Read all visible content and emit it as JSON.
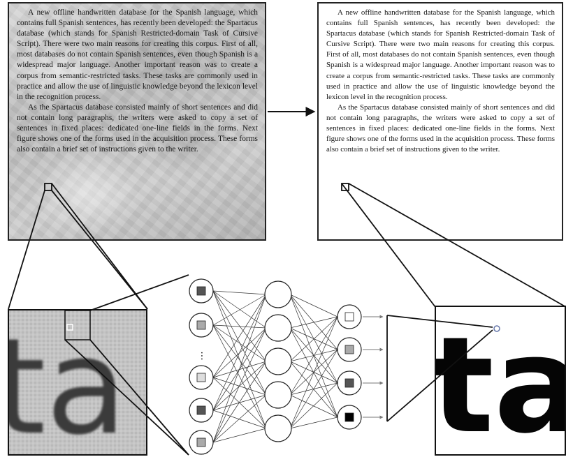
{
  "document": {
    "paragraph_1": "A new offline handwritten database for the Spanish language, which contains full Spanish sentences, has recently been developed: the Spartacus database (which stands for Spanish Restricted-domain Task of Cursive Script). There were two main reasons for creating this corpus. First of all, most databases do not contain Spanish sentences, even though Spanish is a widespread major language. Another important reason was to create a corpus from semantic-restricted tasks. These tasks are commonly used in practice and allow the use of linguistic knowledge beyond the lexicon level in the recognition process.",
    "paragraph_2": "As the Spartacus database consisted mainly of short sentences and did not contain long paragraphs, the writers were asked to copy a set of sentences in fixed places: dedicated one-line fields in the forms. Next figure shows one of the forms used in the acquisition process. These forms also contain a brief set of instructions given to the writer."
  },
  "zoomed_glyphs": "ta",
  "network": {
    "input_ellipsis": "···",
    "input_fills": [
      "#555555",
      "#aaaaaa",
      "#dddddd",
      "#555555",
      "#aaaaaa"
    ],
    "output_fills": [
      "#ffffff",
      "#aaaaaa",
      "#555555",
      "#000000"
    ],
    "hidden_nodes": 5
  }
}
